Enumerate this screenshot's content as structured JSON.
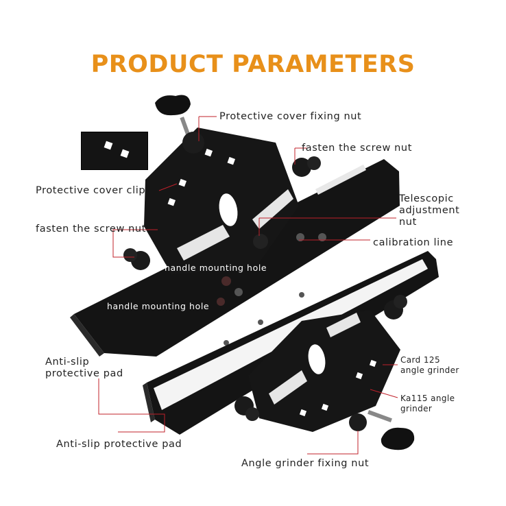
{
  "title": "PRODUCT PARAMETERS",
  "labels": {
    "protective_cover_fixing_nut": "Protective cover fixing nut",
    "fasten_screw_nut_top": "fasten the screw nut",
    "protective_cover_clip": "Protective cover clip",
    "telescopic_adjustment_nut": "Telescopic\nadjustment\nnut",
    "fasten_screw_nut_left": "fasten the screw nut",
    "calibration_line": "calibration line",
    "handle_mounting_hole_1": "handle mounting hole",
    "handle_mounting_hole_2": "handle mounting hole",
    "anti_slip_pad_1": "Anti-slip\nprotective pad",
    "card_125": "Card 125\nangle grinder",
    "ka115": "Ka115 angle\ngrinder",
    "anti_slip_pad_2": "Anti-slip protective pad",
    "angle_grinder_fixing_nut": "Angle grinder fixing nut"
  },
  "colors": {
    "title": "#e8901a",
    "leader": "#c0202a",
    "metal": "#121212",
    "pad": "#f2f2f2"
  }
}
